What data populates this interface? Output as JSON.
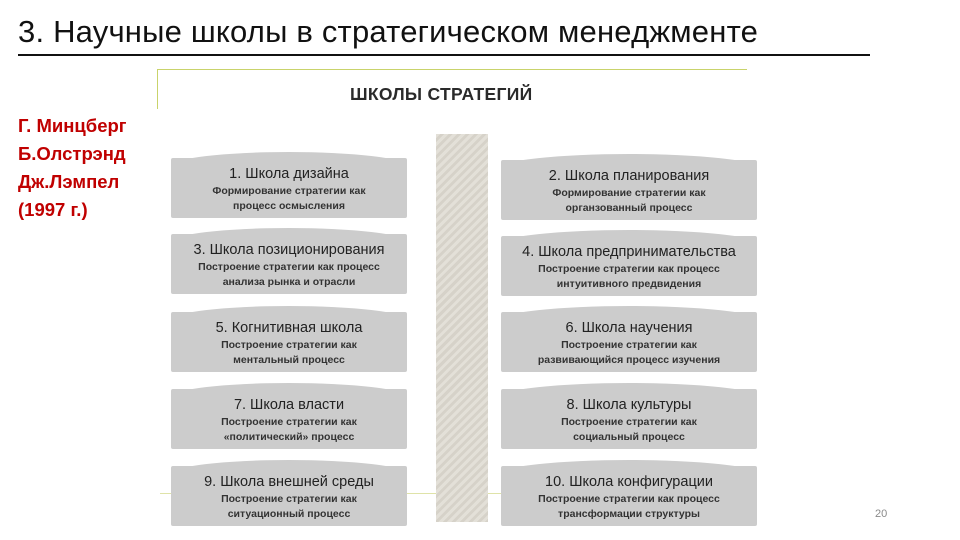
{
  "slide": {
    "title": "3. Научные школы в стратегическом менеджменте",
    "page_number": "20"
  },
  "authors": [
    "Г. Минцберг",
    "Б.Олстрэнд",
    "Дж.Лэмпел",
    "(1997 г.)"
  ],
  "figure": {
    "heading": "ШКОЛЫ СТРАТЕГИЙ",
    "schools": [
      {
        "name": "1. Школа дизайна",
        "desc1": "Формирование стратегии как",
        "desc2": "процесс осмысления"
      },
      {
        "name": "2. Школа планирования",
        "desc1": "Формирование стратегии как",
        "desc2": "органзованный процесс"
      },
      {
        "name": "3. Школа позиционирования",
        "desc1": "Построение стратегии как процесс",
        "desc2": "анализа рынка и отрасли"
      },
      {
        "name": "4. Школа предпринимательства",
        "desc1": "Построение стратегии как процесс",
        "desc2": "интуитивного предвидения"
      },
      {
        "name": "5. Когнитивная школа",
        "desc1": "Построение стратегии как",
        "desc2": "ментальный процесс"
      },
      {
        "name": "6. Школа научения",
        "desc1": "Построение стратегии как",
        "desc2": "развивающийся процесс изучения"
      },
      {
        "name": "7. Школа власти",
        "desc1": "Построение стратегии как",
        "desc2": "«политический» процесс"
      },
      {
        "name": "8. Школа культуры",
        "desc1": "Построение стратегии как",
        "desc2": "социальный процесс"
      },
      {
        "name": "9. Школа внешней среды",
        "desc1": "Построение стратегии как",
        "desc2": "ситуационный процесс"
      },
      {
        "name": "10. Школа конфигурации",
        "desc1": "Построение стратегии как процесс",
        "desc2": "трансформации структуры"
      }
    ]
  }
}
